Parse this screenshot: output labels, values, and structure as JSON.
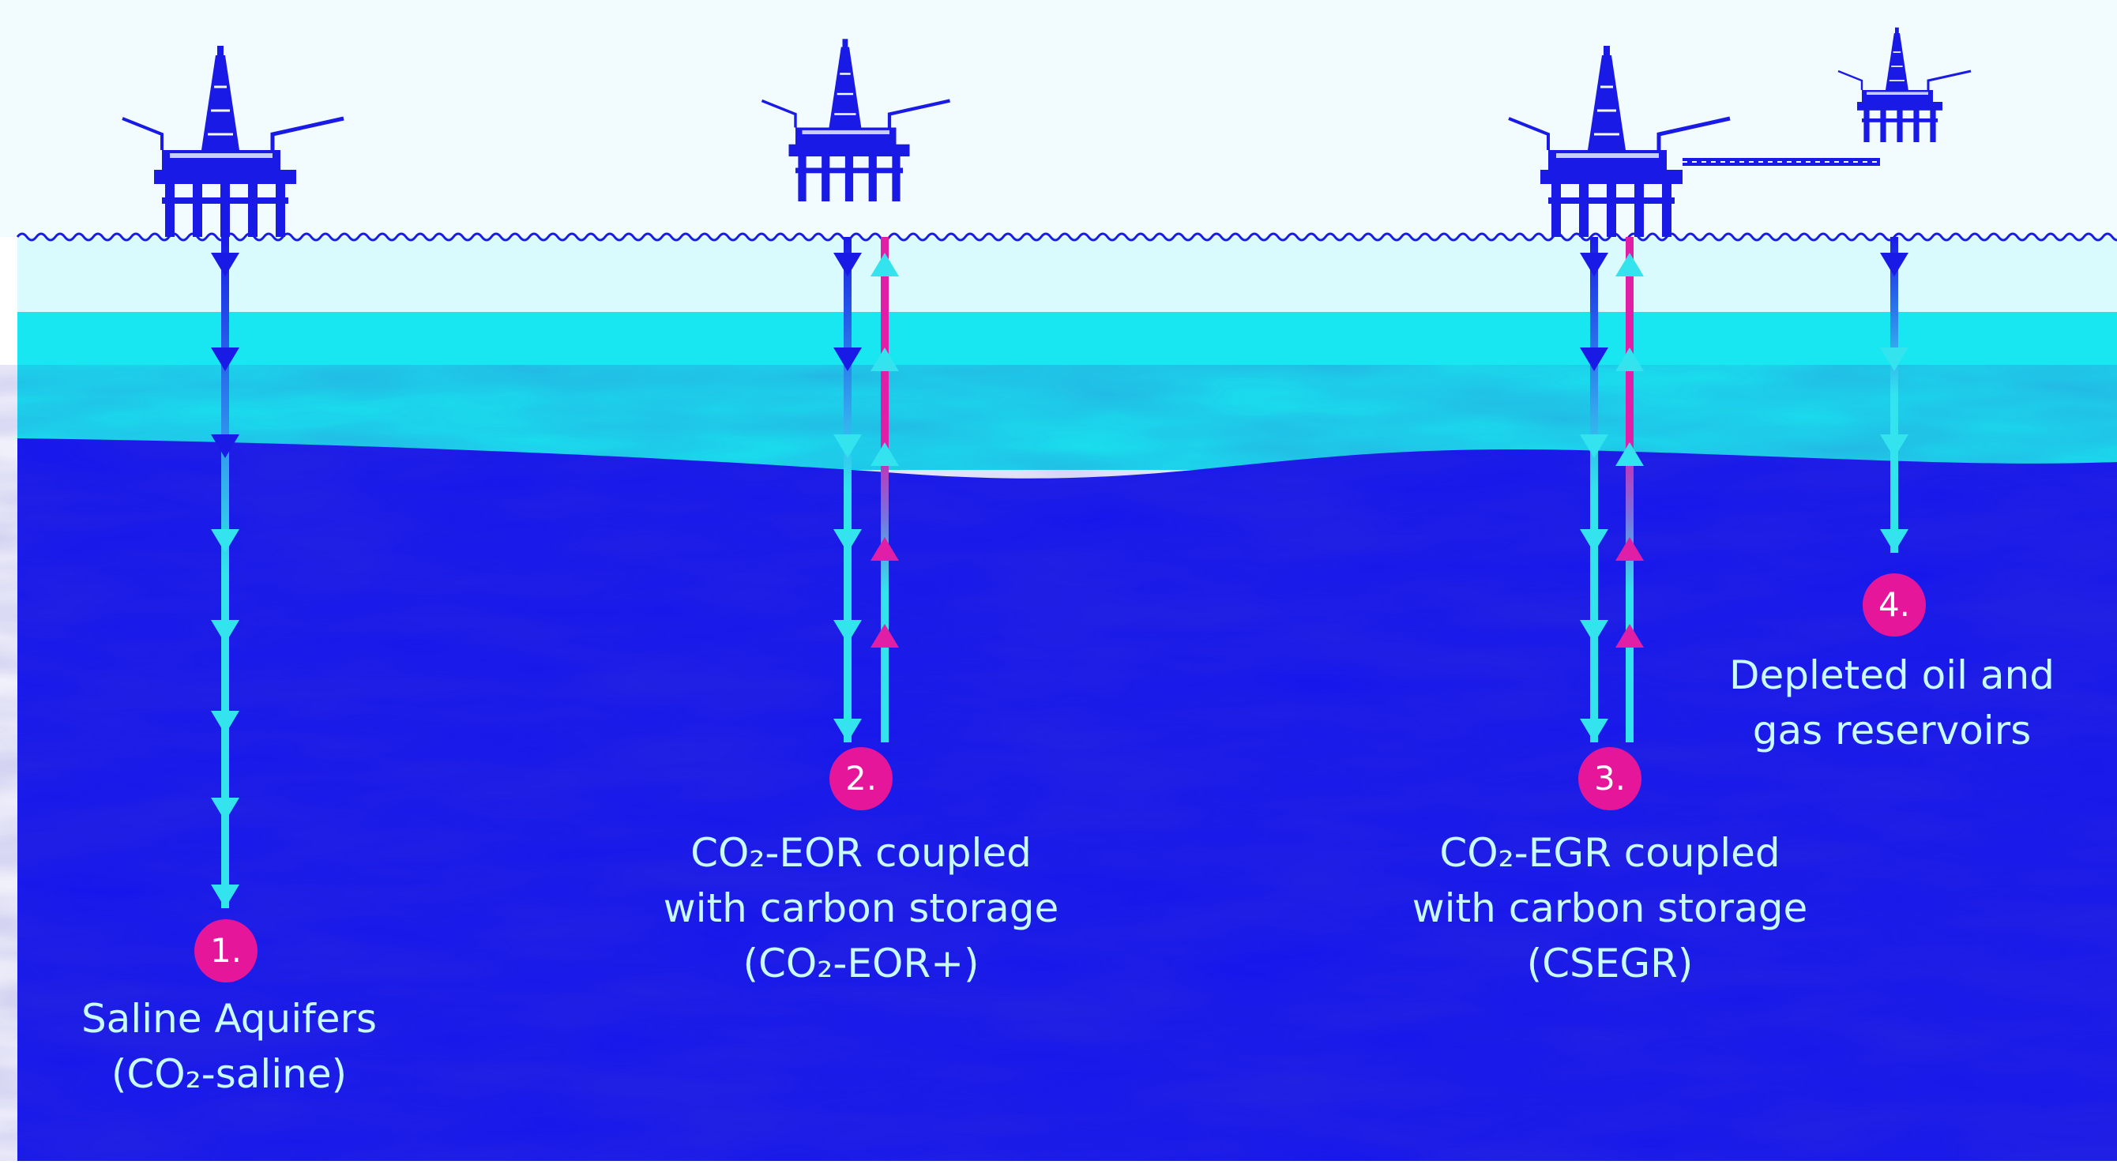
{
  "colors": {
    "sky": "#f2fbfd",
    "shallow_water": "#d9fbfd",
    "mid_water": "#18e6f0",
    "seabed": "#1616ee",
    "platform": "#1a1ae6",
    "injection_arrow": "#33e3ee",
    "production_arrow": "#e01ea6",
    "badge": "#e6169a",
    "caption_text": "#c8fbff"
  },
  "icons": [
    "offshore-platform-icon",
    "wave-icon",
    "arrow-down-icon",
    "arrow-up-icon"
  ],
  "sites": [
    {
      "number": "1.",
      "caption_lines": [
        "Saline Aquifers",
        "(CO₂-saline)"
      ]
    },
    {
      "number": "2.",
      "caption_lines": [
        "CO₂-EOR coupled",
        "with carbon storage",
        "(CO₂-EOR+)"
      ]
    },
    {
      "number": "3.",
      "caption_lines": [
        "CO₂-EGR coupled",
        "with carbon storage",
        "(CSEGR)"
      ]
    },
    {
      "number": "4.",
      "caption_lines": [
        "Depleted oil and",
        "gas reservoirs"
      ]
    }
  ]
}
